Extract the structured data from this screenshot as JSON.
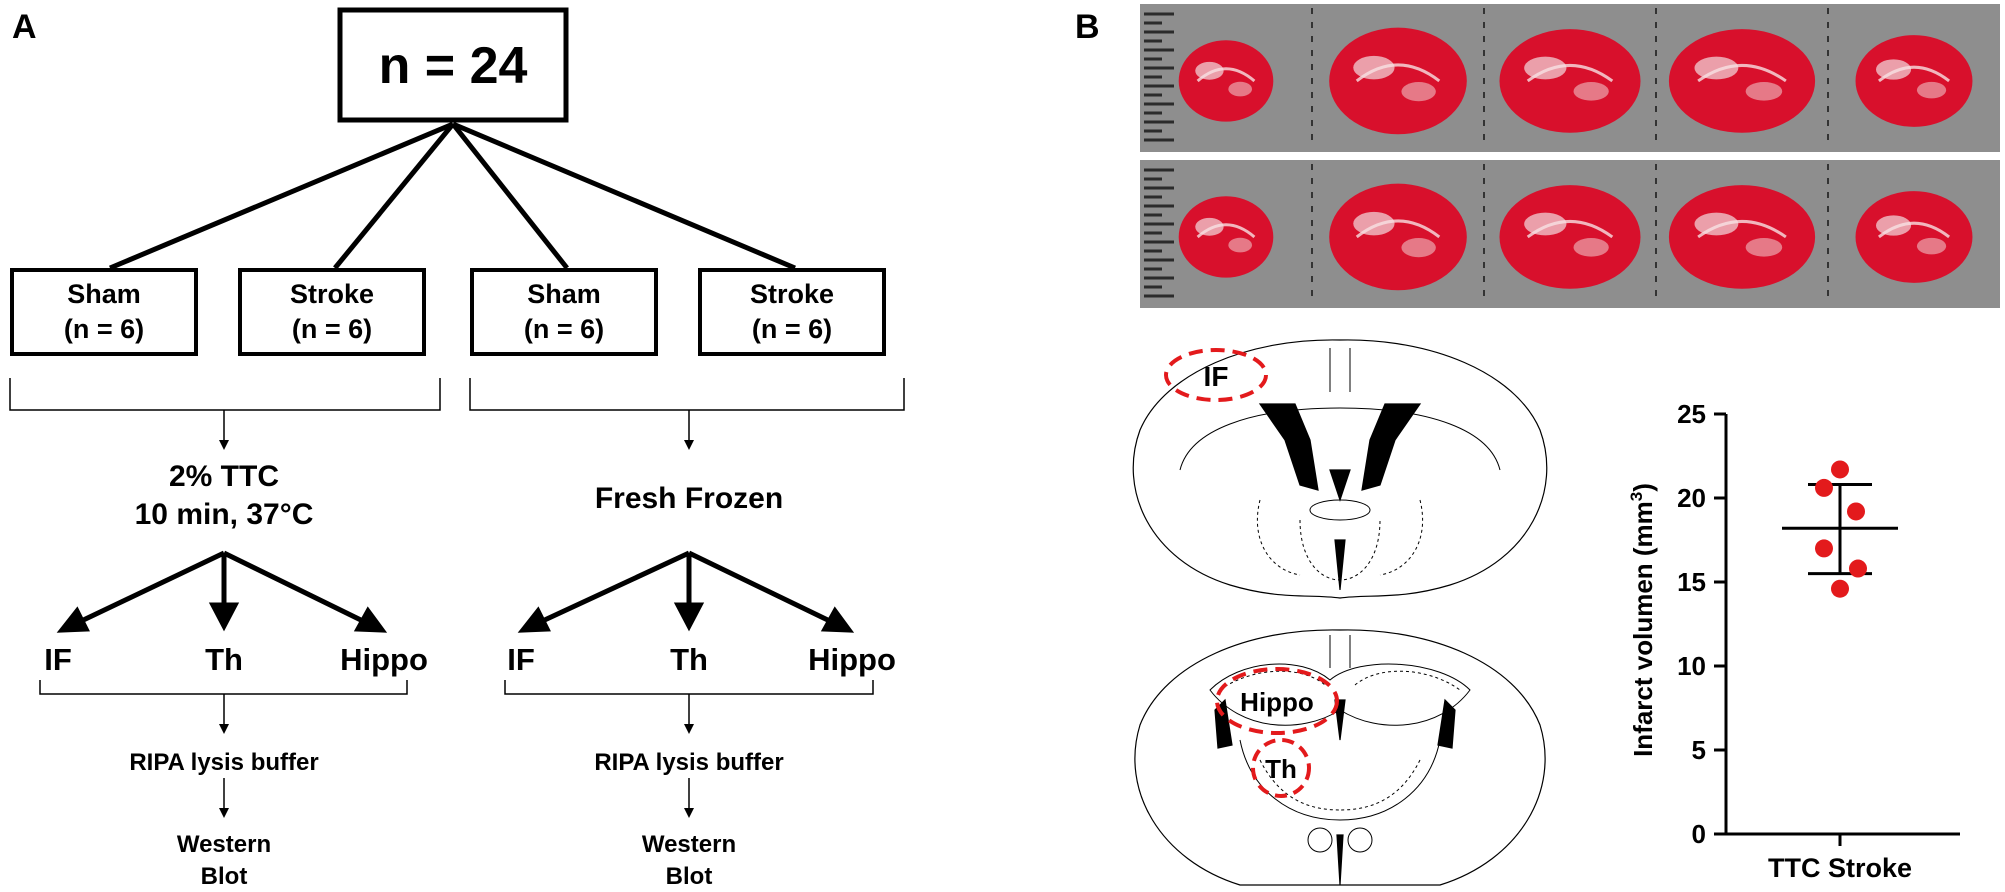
{
  "panels": {
    "a": {
      "letter": "A",
      "total_box": "n = 24",
      "groups": [
        {
          "name": "Sham",
          "n": "(n = 6)"
        },
        {
          "name": "Stroke",
          "n": "(n = 6)"
        },
        {
          "name": "Sham",
          "n": "(n = 6)"
        },
        {
          "name": "Stroke",
          "n": "(n = 6)"
        }
      ],
      "left_branch": {
        "treatment_line1": "2% TTC",
        "treatment_line2": "10 min, 37°C",
        "regions": [
          "IF",
          "Th",
          "Hippo"
        ],
        "lysis": "RIPA lysis buffer",
        "assay_line1": "Western",
        "assay_line2": "Blot"
      },
      "right_branch": {
        "treatment_line1": "Fresh Frozen",
        "regions": [
          "IF",
          "Th",
          "Hippo"
        ],
        "lysis": "RIPA lysis buffer",
        "assay_line1": "Western",
        "assay_line2": "Blot"
      }
    },
    "b": {
      "letter": "B",
      "photo_strips": 2,
      "slices_per_strip": 5,
      "atlas_labels": {
        "top": "IF",
        "bottom_hippo": "Hippo",
        "bottom_th": "Th"
      },
      "colors": {
        "accent": "#e31a1c",
        "tissue": "#d8102c",
        "tissue_pale": "#f2cfd4",
        "photo_bg": "#8e8e8e"
      }
    }
  },
  "chart_data": {
    "type": "scatter",
    "title": "",
    "xlabel": "",
    "ylabel": "Infarct volumen (mm",
    "ylabel_sup": "3",
    "ylabel_close": ")",
    "categories": [
      "TTC Stroke"
    ],
    "ylim": [
      0,
      25
    ],
    "yticks": [
      "0",
      "5",
      "10",
      "15",
      "20",
      "25"
    ],
    "points": [
      21.7,
      20.6,
      19.2,
      17.0,
      15.8,
      14.6
    ],
    "mean": 18.2,
    "sd_upper": 20.8,
    "sd_lower": 15.5,
    "point_color": "#e31a1c"
  }
}
